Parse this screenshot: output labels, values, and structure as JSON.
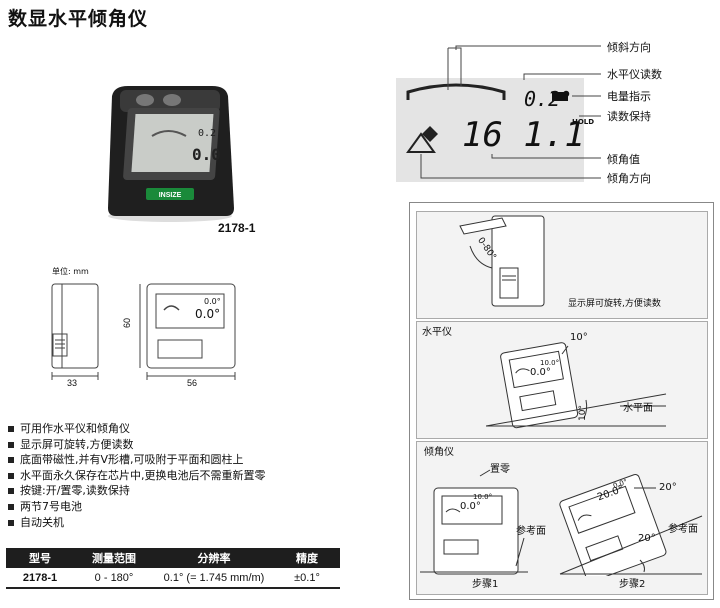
{
  "page": {
    "title": "数显水平倾角仪"
  },
  "product": {
    "brand": "INSIZE",
    "model_caption": "2178-1",
    "lcd_reading": "0.0",
    "lcd_small": "0.2"
  },
  "drawing": {
    "unit_label": "单位: mm",
    "dim_width": "33",
    "dim_length": "56",
    "dim_height": "60",
    "screen_small": "0.0°",
    "screen_big": "0.0°"
  },
  "display_diagram": {
    "main_reading": "16 1.1",
    "level_reading": "0.2°",
    "hold_text": "HOLD",
    "labels": {
      "tilt_direction": "倾斜方向",
      "level_reading": "水平仪读数",
      "battery": "电量指示",
      "hold": "读数保持",
      "angle_value": "倾角值",
      "angle_direction": "倾角方向"
    }
  },
  "usage_panel": {
    "rotate": {
      "angle_label": "0-80°",
      "caption": "显示屏可旋转,方便读数"
    },
    "level": {
      "section": "水平仪",
      "reading_small": "10.0°",
      "reading_big": "0.0°",
      "angle": "10°",
      "angle_side": "10°",
      "surface_label": "水平面"
    },
    "inclinometer": {
      "section": "倾角仪",
      "zero_label": "置零",
      "ref_label_1": "参考面",
      "ref_label_2": "参考面",
      "step1": "步骤1",
      "step2": "步骤2",
      "step1_small": "10.0°",
      "step1_big": "0.0°",
      "step2_small": "0.0°",
      "step2_big": "20.0°",
      "angle_20_a": "20°",
      "angle_20_b": "20°"
    }
  },
  "features": [
    "可用作水平仪和倾角仪",
    "显示屏可旋转,方便读数",
    "底面带磁性,并有V形槽,可吸附于平面和圆柱上",
    "水平面永久保存在芯片中,更换电池后不需重新置零",
    "按键:开/置零,读数保持",
    "两节7号电池",
    "自动关机"
  ],
  "spec_table": {
    "headers": [
      "型号",
      "测量范围",
      "分辨率",
      "精度"
    ],
    "rows": [
      [
        "2178-1",
        "0 - 180°",
        "0.1° (= 1.745 mm/m)",
        "±0.1°"
      ]
    ]
  }
}
